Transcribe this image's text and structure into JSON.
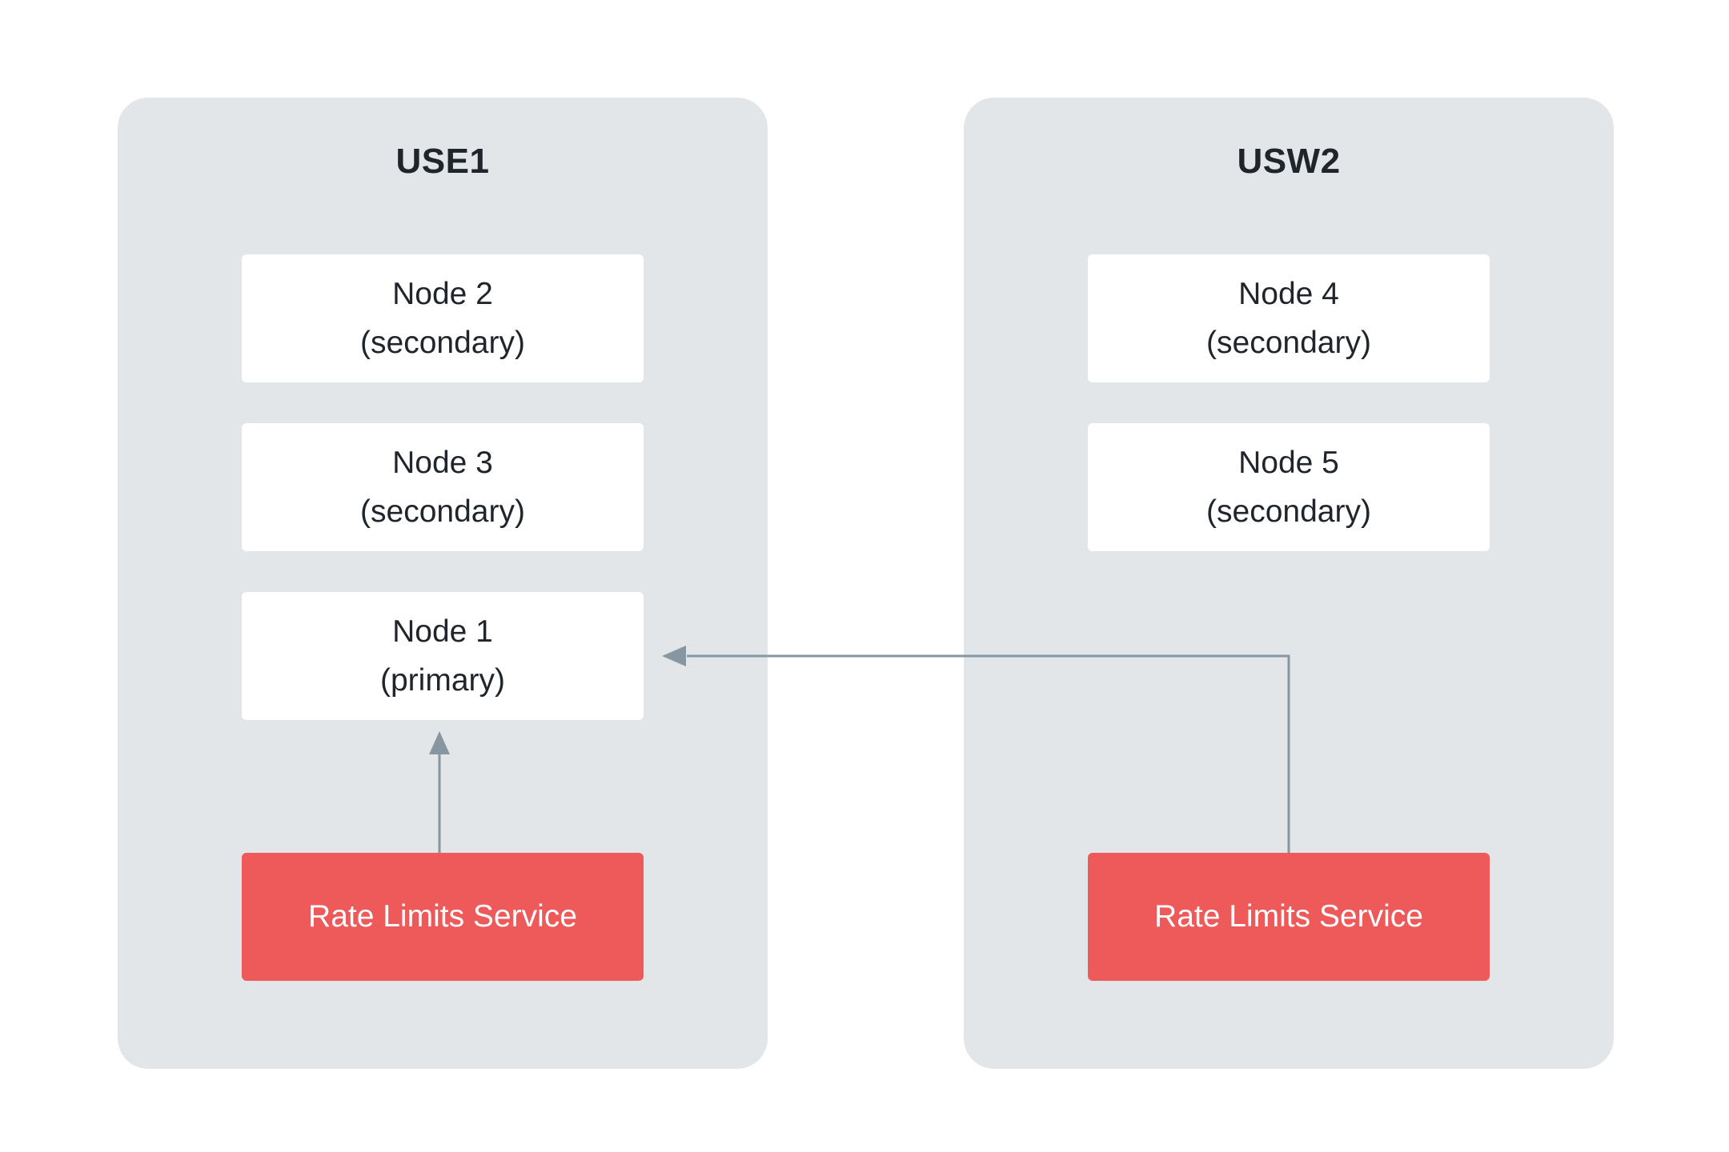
{
  "regions": {
    "left": {
      "title": "USE1",
      "nodes": [
        {
          "name": "Node 2",
          "role": "(secondary)"
        },
        {
          "name": "Node 3",
          "role": "(secondary)"
        },
        {
          "name": "Node 1",
          "role": "(primary)"
        }
      ],
      "service": "Rate Limits Service"
    },
    "right": {
      "title": "USW2",
      "nodes": [
        {
          "name": "Node 4",
          "role": "(secondary)"
        },
        {
          "name": "Node 5",
          "role": "(secondary)"
        }
      ],
      "service": "Rate Limits Service"
    }
  },
  "colors": {
    "region_bg": "#e3e6e9",
    "node_bg": "#ffffff",
    "service_bg": "#ee5959",
    "arrow": "#8796a0",
    "text": "#1f252b"
  }
}
